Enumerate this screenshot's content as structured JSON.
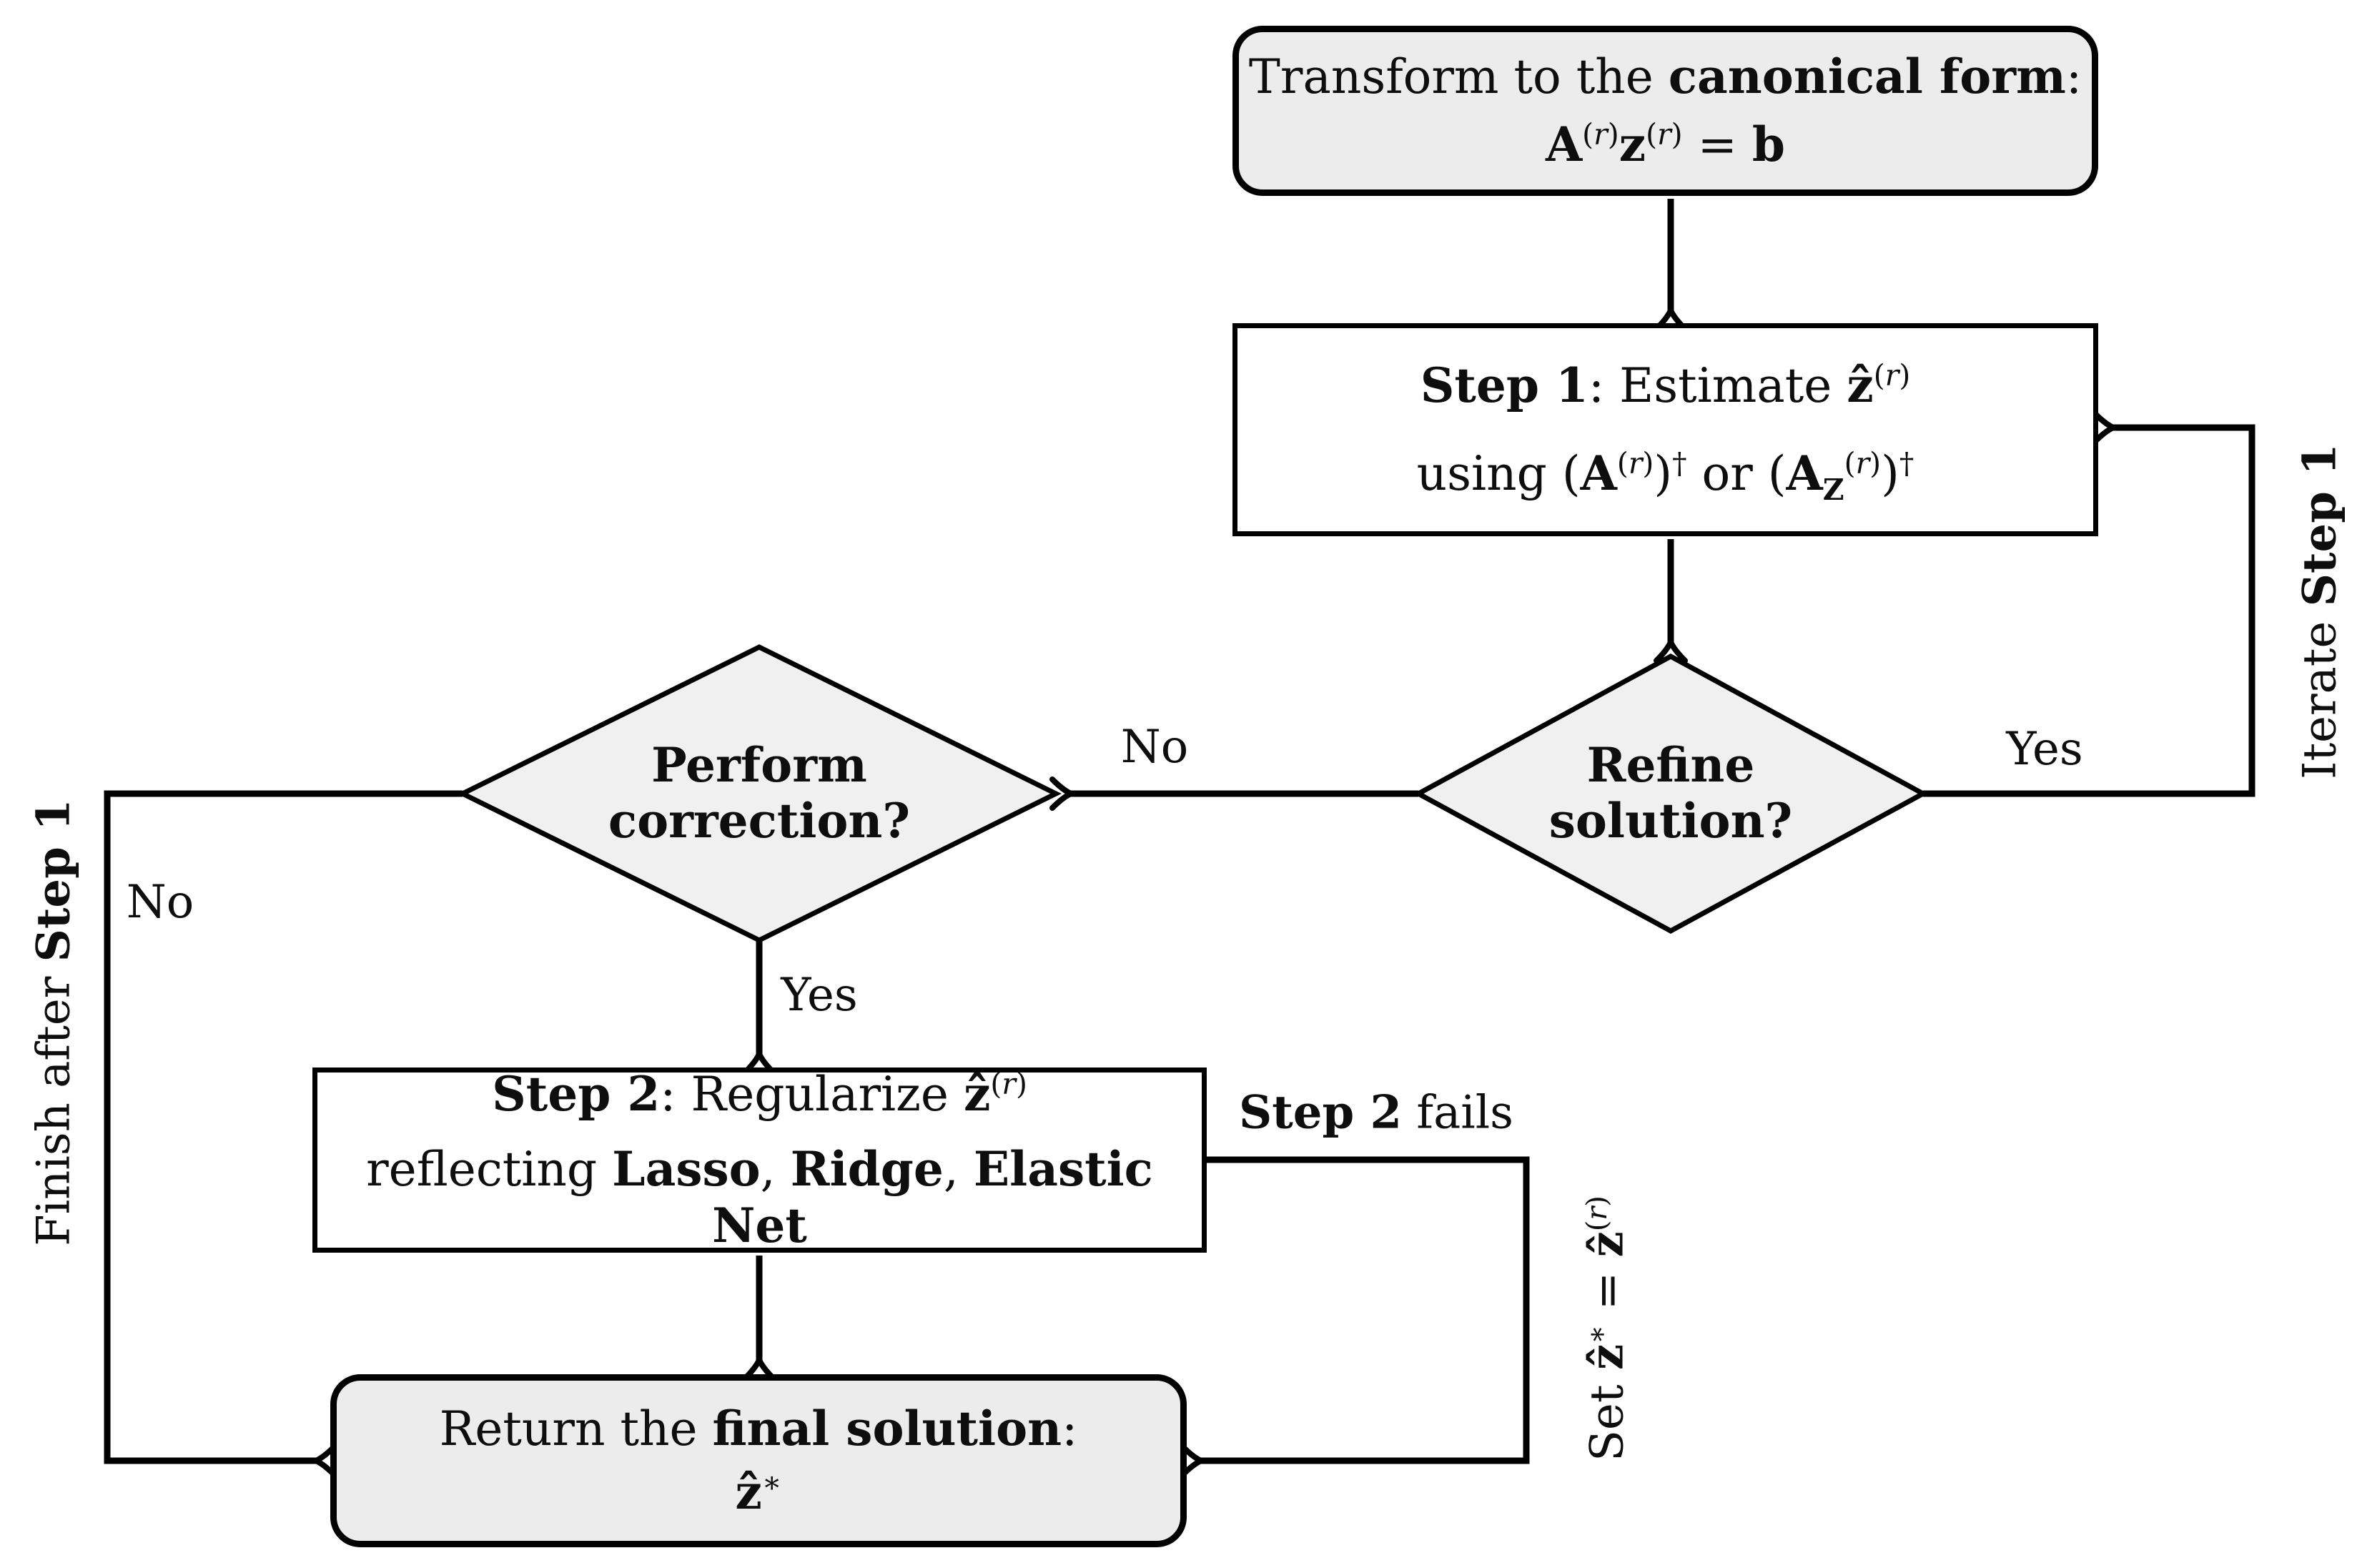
{
  "diagram_type": "flowchart",
  "colors": {
    "shape_fill": "#ececec",
    "diamond_fill": "#f0f0f0",
    "box_fill": "#ffffff",
    "stroke": "#000000",
    "text": "#0e0e0e",
    "background": "#ffffff"
  },
  "nodes": {
    "canonical": {
      "line1": "Transform to the <b>canonical form</b>:",
      "line2": "<b>A</b><sup>(<i>r</i>)</sup><b>z</b><sup>(<i>r</i>)</sup> = <b>b</b>"
    },
    "step1": {
      "line1": "<b>Step 1</b>: Estimate <b>ẑ</b><sup>(<i>r</i>)</sup>",
      "line2": "using (<b>A</b><sup>(<i>r</i>)</sup>)<sup>†</sup> or (<b>A</b><sub><b>Z</b></sub><sup>(<i>r</i>)</sup>)<sup>†</sup>"
    },
    "refine": {
      "line1": "Refine",
      "line2": "solution?"
    },
    "perform": {
      "line1": "Perform",
      "line2": "correction?"
    },
    "step2": {
      "line1": "<b>Step 2</b>: Regularize <b>ẑ</b><sup>(<i>r</i>)</sup>",
      "line2": "reflecting <b>Lasso</b>, <b>Ridge</b>, <b>Elastic Net</b>"
    },
    "final": {
      "line1": "Return the <b>final solution</b>:",
      "line2": "<b>ẑ</b><sup>∗</sup>"
    }
  },
  "edge_labels": {
    "refine_yes": "Yes",
    "refine_no": "No",
    "perform_yes": "Yes",
    "perform_no": "No",
    "iterate_step1": "Iterate <b>Step 1</b>",
    "finish_after_step1": "Finish after <b>Step 1</b>",
    "step2_fails": "<b>Step 2</b> fails",
    "set_solution": "Set <b>ẑ</b><sup>∗</sup> = <b>ẑ</b><sup>(<i>r</i>)</sup>"
  }
}
